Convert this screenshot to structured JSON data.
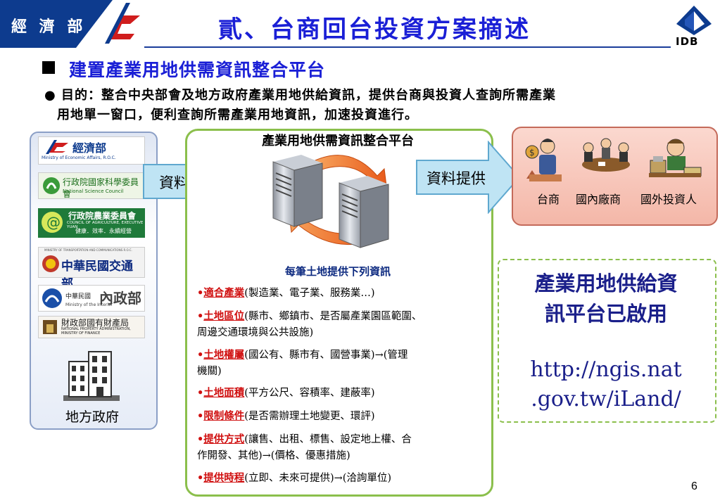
{
  "header": {
    "ministry_label": "經 濟 部",
    "title": "貳、台商回台投資方案摘述",
    "idb_logo_text": "IDB"
  },
  "section": {
    "heading": "建置產業用地供需資訊整合平台",
    "purpose_line1": "目的：整合中央部會及地方政府產業用地供給資訊，提供台商與投資人查詢所需產業",
    "purpose_line2": "用地單一窗口，便利查詢所需產業用地資訊，加速投資進行。"
  },
  "agencies": {
    "moea": "經濟部",
    "moea_en": "Ministry of Economic Affairs, R.O.C.",
    "nsc": "行政院國家科學委員會",
    "nsc_en": "National Science Council",
    "coa": "行政院農業委員會",
    "coa_en": "COUNCIL OF AGRICULTURE, EXECUTIVE YUAN",
    "coa_motto": "健康．效率．永續經營",
    "motc": "中華民國交通部",
    "motc_en": "MINISTRY OF TRANSPORTATION AND COMMUNICATIONS R.O.C.",
    "moi_cn": "中華民國",
    "moi": "內政部",
    "moi_en": "Ministry of the Interior",
    "npa": "財政部國有財產局",
    "npa_en1": "NATIONAL PROPERTY ADMINISTRATION,",
    "npa_en2": "MINISTRY OF FINANCE",
    "local_gov": "地方政府"
  },
  "flow": {
    "integrate_label": "資料整合",
    "provide_label": "資料提供",
    "platform_title": "產業用地供需資訊整合平台"
  },
  "users": {
    "taishang": "台商",
    "domestic": "國內廠商",
    "foreign": "國外投資人"
  },
  "info": {
    "heading": "每筆土地提供下列資訊",
    "items": [
      {
        "key": "適合產業",
        "line1": "(製造業、電子業、服務業…)",
        "line2": ""
      },
      {
        "key": "土地區位",
        "line1": "(縣市、鄉鎮市、是否屬產業園區範圍、",
        "line2": "周邊交通環境與公共設施)"
      },
      {
        "key": "土地權屬",
        "line1": "(國公有、縣市有、國營事業)→(管理",
        "line2": "機關)"
      },
      {
        "key": "土地面積",
        "line1": "(平方公尺、容積率、建蔽率)",
        "line2": ""
      },
      {
        "key": "限制條件",
        "line1": "(是否需辦理土地變更、環評)",
        "line2": ""
      },
      {
        "key": "提供方式",
        "line1": "(讓售、出租、標售、設定地上權、合",
        "line2": "作開發、其他)→(價格、優惠措施)"
      },
      {
        "key": "提供時程",
        "line1": "(立即、未來可提供)→(洽詢單位)",
        "line2": ""
      }
    ]
  },
  "launch": {
    "line1": "產業用地供給資",
    "line2": "訊平台已啟用",
    "url_line1": "http://ngis.nat",
    "url_line2": ".gov.tw/iLand/"
  },
  "page_number": "6",
  "colors": {
    "title_blue": "#1a1fd6",
    "accent_red": "#d01010",
    "platform_border": "#8bbf4c",
    "arrow_fill": "#bfe4f4"
  }
}
